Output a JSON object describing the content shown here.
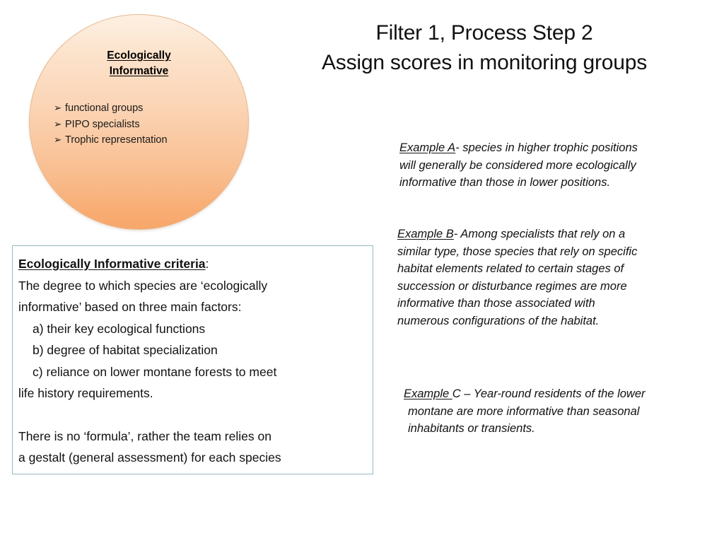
{
  "slide": {
    "title_lines": [
      "Filter 1, Process Step 2",
      "Assign scores in monitoring groups"
    ]
  },
  "circle": {
    "heading_lines": [
      "Ecologically",
      "Informative"
    ],
    "bullet_marker": "➢",
    "bullets": [
      "functional groups",
      "PIPO specialists",
      "Trophic representation"
    ],
    "fill_top_color": "#fdf0e3",
    "fill_bottom_color": "#f7a76b",
    "border_color": "#e8b98c"
  },
  "criteria_box": {
    "border_color": "#9ab5c4",
    "heading": "Ecologically Informative criteria",
    "heading_suffix": ":",
    "lines": [
      "The degree to which species are ‘ecologically",
      "informative’ based on three main factors:"
    ],
    "items": [
      "a) their key ecological functions",
      "b) degree of habitat specialization",
      "c) reliance on lower montane forests to meet"
    ],
    "items_tail": "life history requirements.",
    "closing_lines": [
      "There is no ‘formula’, rather the team relies on",
      "a gestalt (general assessment) for each species"
    ]
  },
  "examples": {
    "a": {
      "lead": "Example A",
      "lines": [
        "- species in higher trophic positions",
        "will generally be considered more ecologically",
        "informative than those in lower positions."
      ]
    },
    "b": {
      "lead": "Example B",
      "lines": [
        "- Among specialists that rely on a",
        "similar type, those species that rely on specific",
        "habitat elements related to certain stages of",
        "succession or disturbance regimes  are more",
        "informative than those associated with",
        "numerous configurations of the habitat."
      ]
    },
    "c": {
      "lead": "Example ",
      "lines": [
        "C – Year-round residents of the lower",
        "montane are more informative than seasonal",
        "inhabitants or transients."
      ]
    }
  }
}
